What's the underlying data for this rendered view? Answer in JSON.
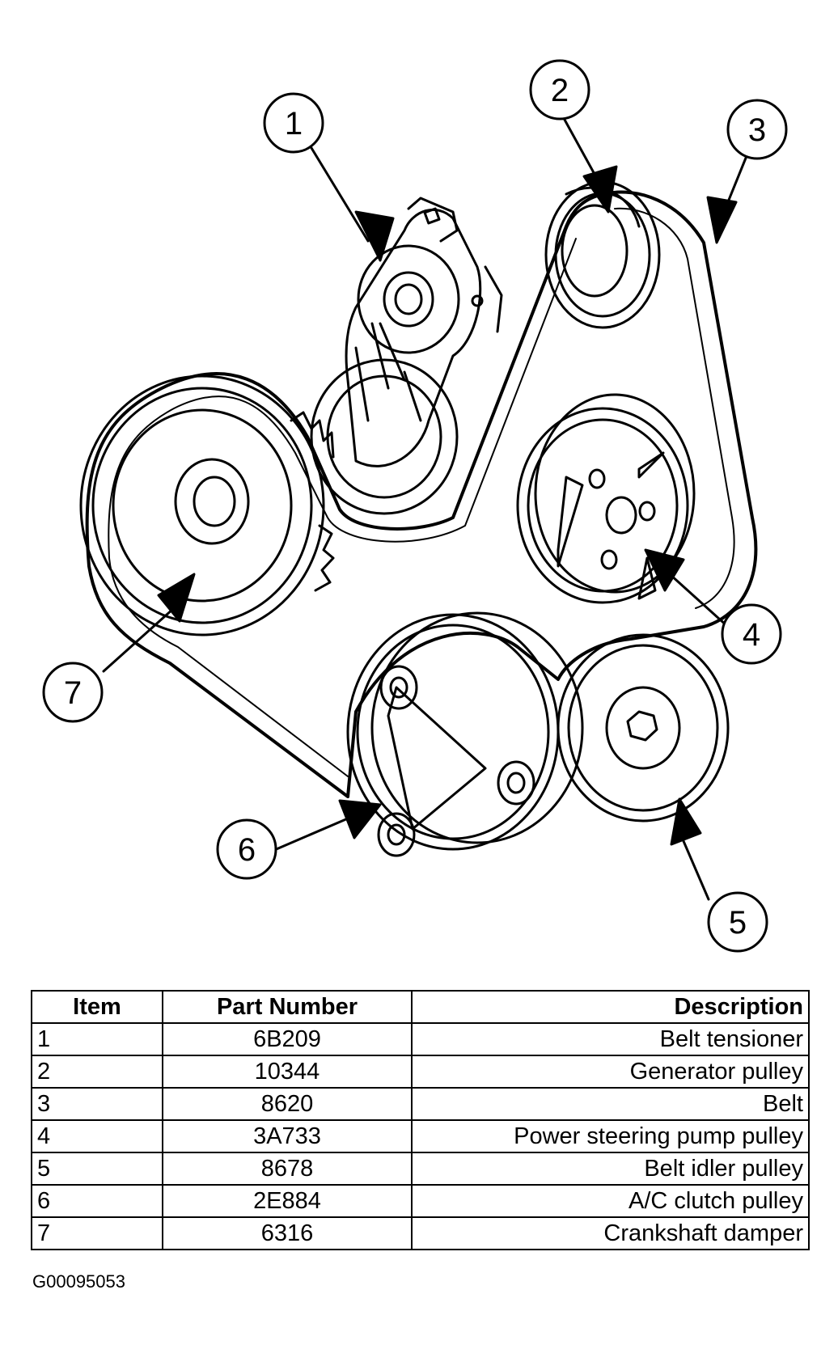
{
  "callouts": [
    "1",
    "2",
    "3",
    "4",
    "5",
    "6",
    "7"
  ],
  "table": {
    "headers": {
      "item": "Item",
      "part_number": "Part Number",
      "description": "Description"
    },
    "rows": [
      {
        "item": "1",
        "part_number": "6B209",
        "description": "Belt tensioner"
      },
      {
        "item": "2",
        "part_number": "10344",
        "description": "Generator pulley"
      },
      {
        "item": "3",
        "part_number": "8620",
        "description": "Belt"
      },
      {
        "item": "4",
        "part_number": "3A733",
        "description": "Power steering pump pulley"
      },
      {
        "item": "5",
        "part_number": "8678",
        "description": "Belt idler pulley"
      },
      {
        "item": "6",
        "part_number": "2E884",
        "description": "A/C clutch pulley"
      },
      {
        "item": "7",
        "part_number": "6316",
        "description": "Crankshaft damper"
      }
    ]
  },
  "figure_id": "G00095053"
}
